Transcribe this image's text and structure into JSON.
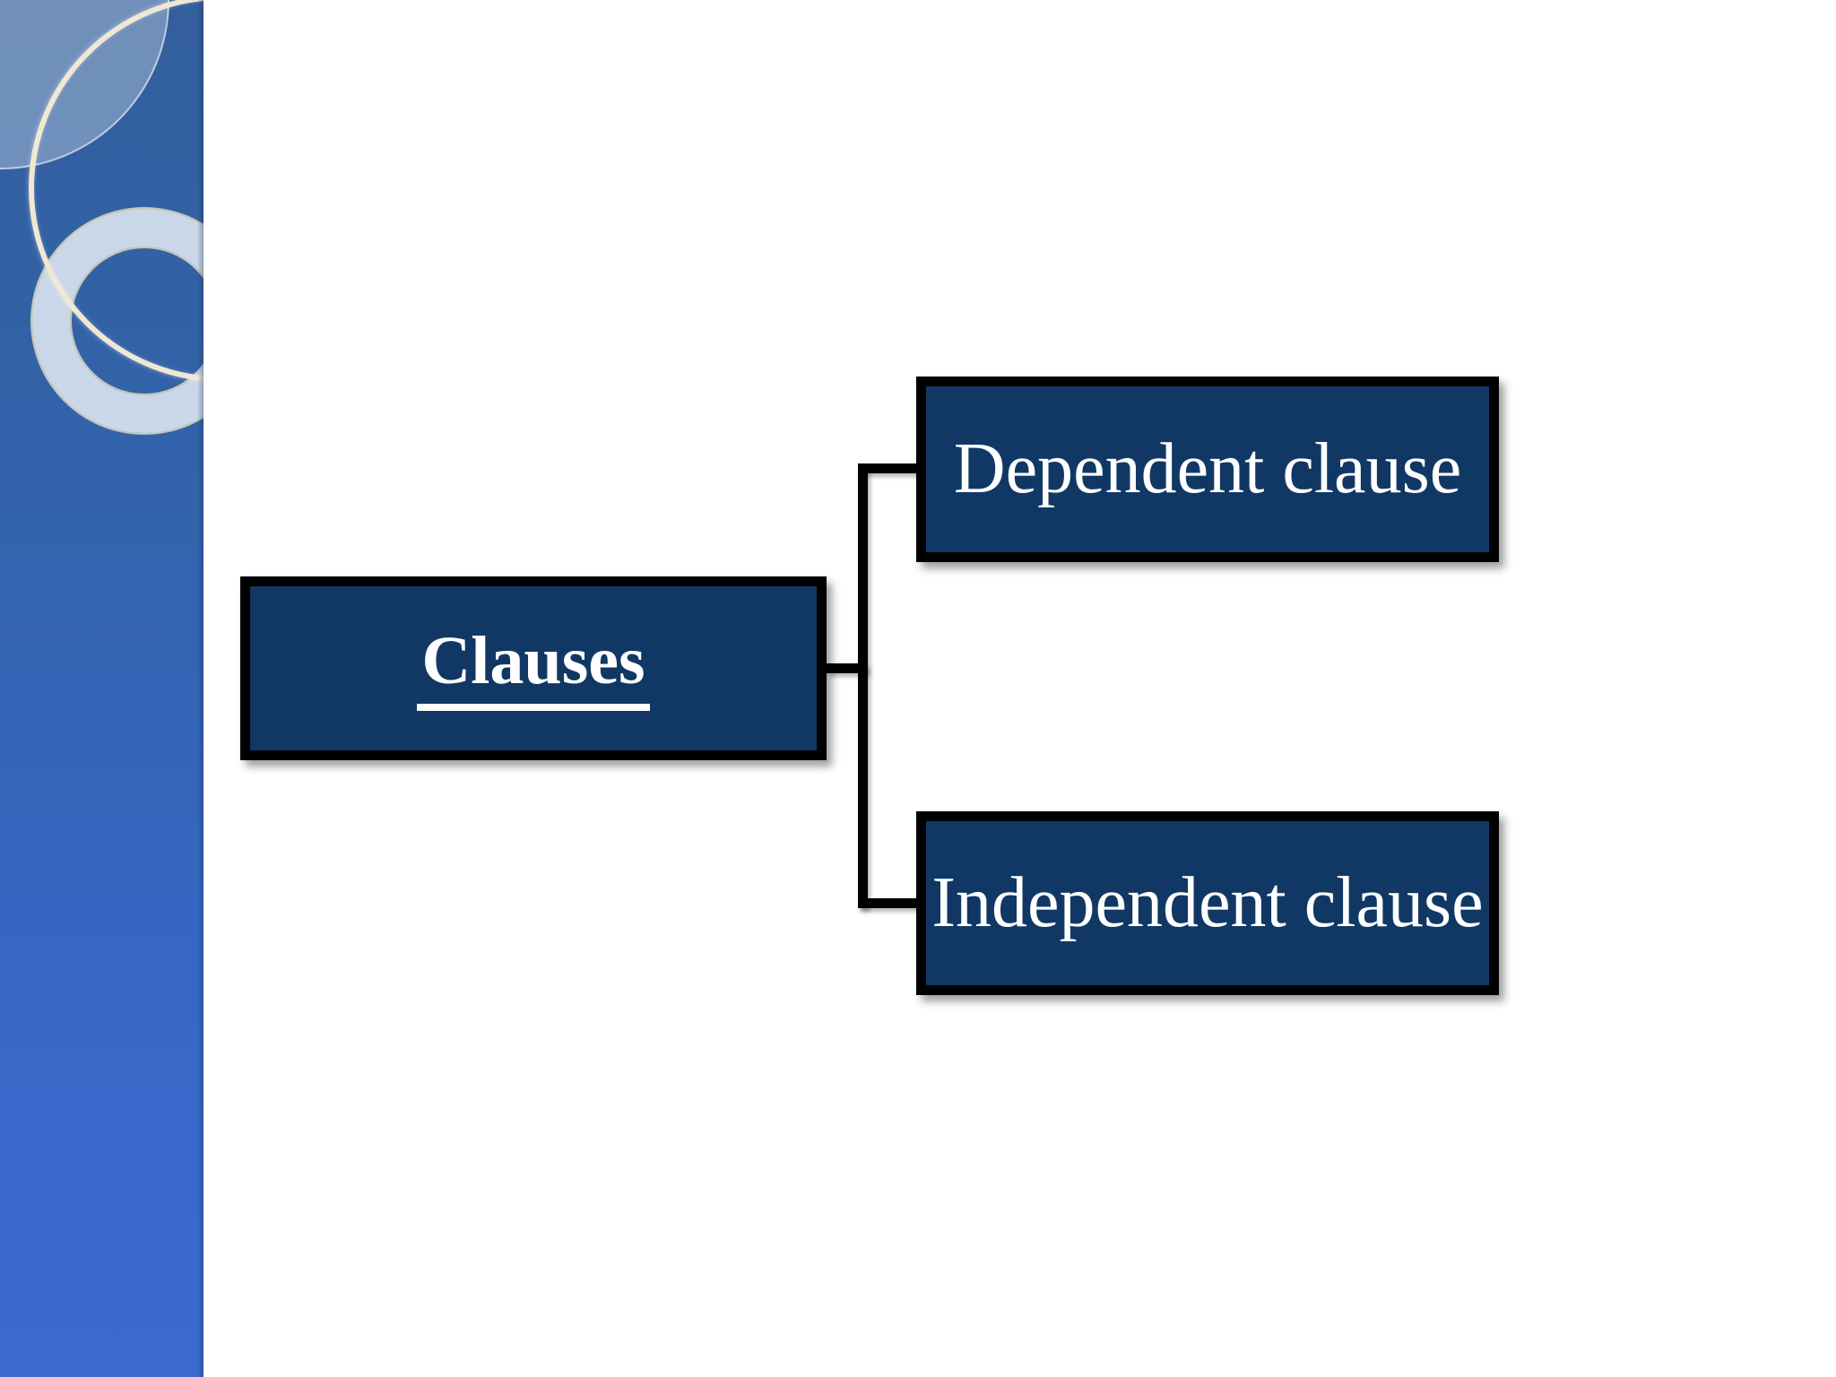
{
  "diagram": {
    "root": {
      "label": "Clauses",
      "underlined": true
    },
    "children": [
      {
        "label": "Dependent clause"
      },
      {
        "label": "Independent clause"
      }
    ]
  },
  "colors": {
    "background": "#ffffff",
    "node_fill": "#113865",
    "node_border": "#000000",
    "node_text": "#ffffff",
    "connector": "#000000",
    "sidebar_gradient_top": "#335f9d",
    "sidebar_gradient_bottom": "#3b6bd0",
    "ring_cream": "#efe8d2",
    "ring_light": "rgba(236,241,247,0.82)"
  }
}
